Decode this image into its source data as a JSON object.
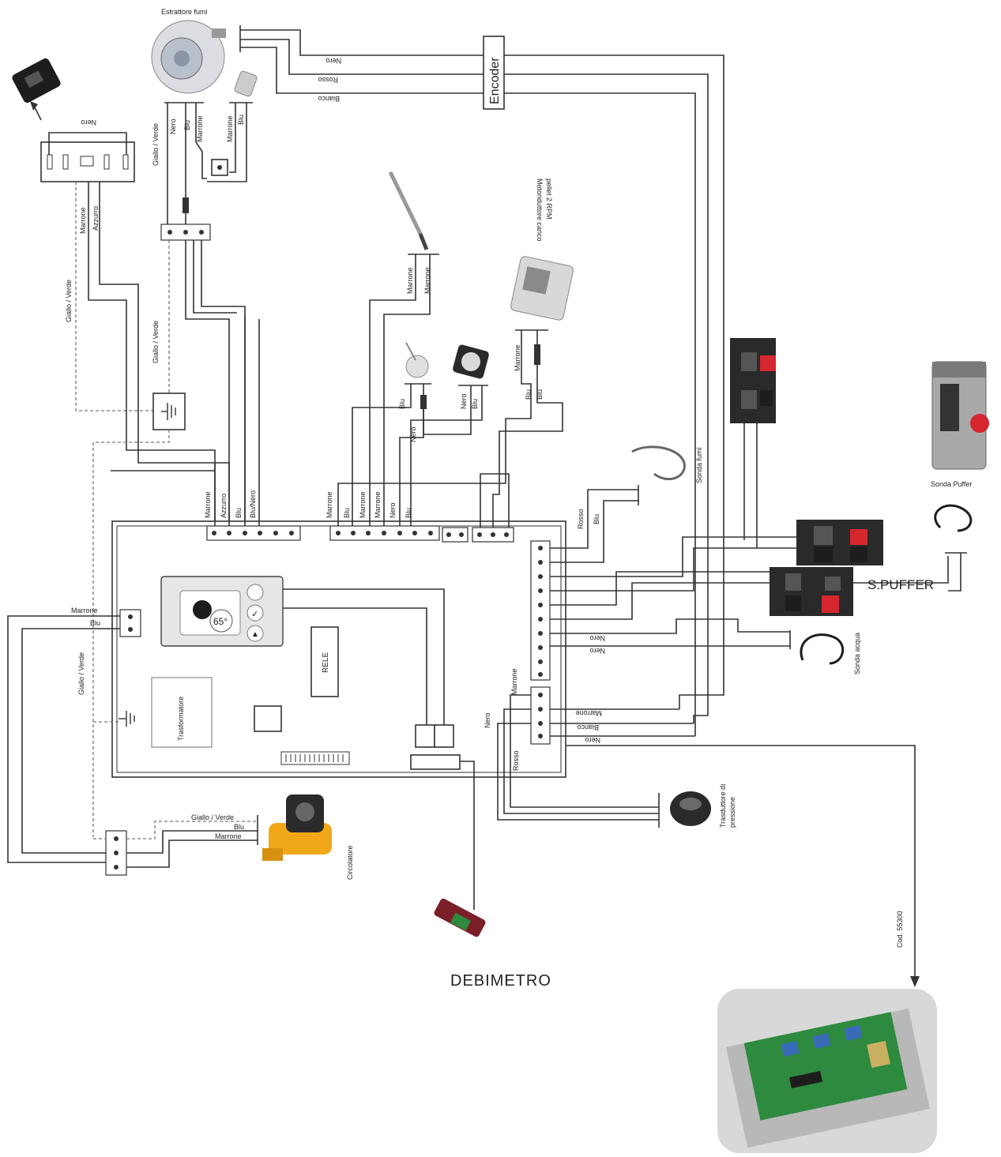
{
  "labels": {
    "estrattore_fumi": "Estrattore fumi",
    "encoder": "Encoder",
    "nero": "Nero",
    "rosso": "Rosso",
    "bianco": "Bianco",
    "blu": "Blu",
    "marrone": "Marrone",
    "azzurro": "Azzurro",
    "giallo_verde": "Giallo / Verde",
    "blu_nero": "Blu/Nero",
    "motoriduttore": "Motoriduttore carico",
    "motoriduttore_2": "pellet 2 RPM",
    "sonda_fumi": "Sonda fumi",
    "sonda_puffer": "Sonda Puffer",
    "s_puffer": "S.PUFFER",
    "sonda_acqua": "Sonda acqua",
    "rele": "RELE",
    "trasformatore": "Trasformatore",
    "trasduttore": "Trasduttore di",
    "trasduttore_2": "pressione",
    "circolatore": "Circolatore",
    "debimetro": "DEBIMETRO",
    "cod": "Cod. 55300",
    "display_temp": "65°"
  },
  "colors": {
    "wire": "#333333",
    "terminal_red": "#d6262e",
    "panel_dark": "#2a2a2a",
    "pump_orange": "#f0a818",
    "debimetro_red": "#7a1f28",
    "pcb_green": "#2e8a3e"
  }
}
